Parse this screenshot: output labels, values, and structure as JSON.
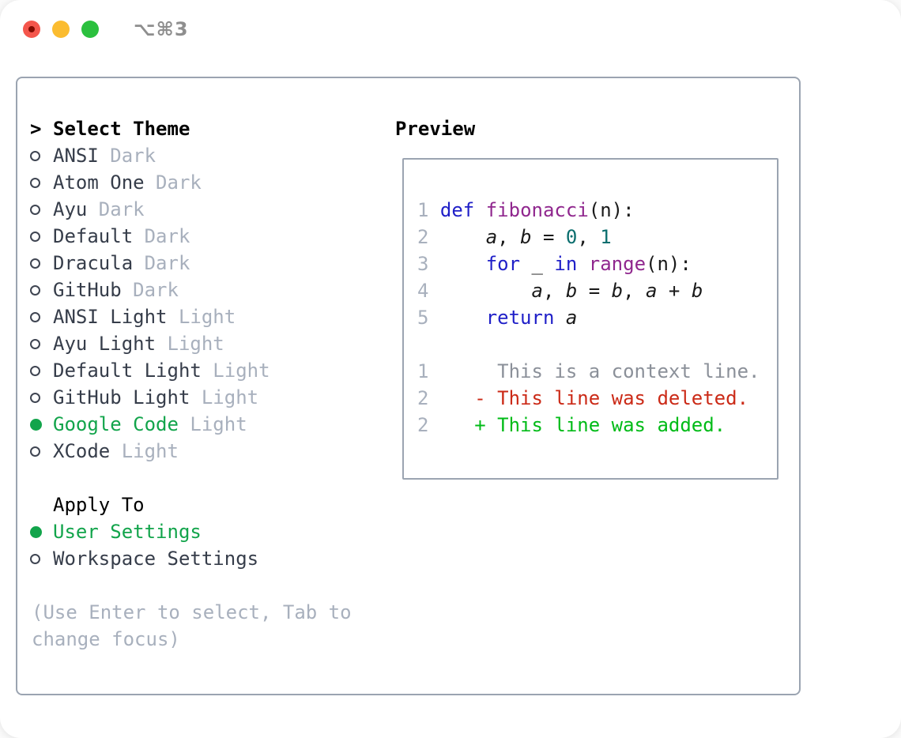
{
  "window": {
    "title": "⌥⌘3",
    "traffic_lights": [
      {
        "name": "close-button"
      },
      {
        "name": "minimize-button"
      },
      {
        "name": "zoom-button"
      }
    ]
  },
  "theme_picker": {
    "header": {
      "prefix": ">",
      "label": "Select Theme"
    },
    "items": [
      {
        "name": "ANSI",
        "variant": "Dark",
        "selected": false
      },
      {
        "name": "Atom One",
        "variant": "Dark",
        "selected": false
      },
      {
        "name": "Ayu",
        "variant": "Dark",
        "selected": false
      },
      {
        "name": "Default",
        "variant": "Dark",
        "selected": false
      },
      {
        "name": "Dracula",
        "variant": "Dark",
        "selected": false
      },
      {
        "name": "GitHub",
        "variant": "Dark",
        "selected": false
      },
      {
        "name": "ANSI Light",
        "variant": "Light",
        "selected": false
      },
      {
        "name": "Ayu Light",
        "variant": "Light",
        "selected": false
      },
      {
        "name": "Default Light",
        "variant": "Light",
        "selected": false
      },
      {
        "name": "GitHub Light",
        "variant": "Light",
        "selected": false
      },
      {
        "name": "Google Code",
        "variant": "Light",
        "selected": true
      },
      {
        "name": "XCode",
        "variant": "Light",
        "selected": false
      }
    ],
    "apply_to": {
      "header": "Apply To",
      "options": [
        {
          "label": "User Settings",
          "selected": true
        },
        {
          "label": "Workspace Settings",
          "selected": false
        }
      ]
    },
    "hint": "(Use Enter to select, Tab to change focus)"
  },
  "preview": {
    "header": "Preview",
    "code_lines": [
      {
        "num": "1",
        "tokens": [
          {
            "t": " ",
            "c": "pl"
          },
          {
            "t": "def",
            "c": "kw"
          },
          {
            "t": " ",
            "c": "pl"
          },
          {
            "t": "fibonacci",
            "c": "fn"
          },
          {
            "t": "(n):",
            "c": "pl"
          }
        ]
      },
      {
        "num": "2",
        "tokens": [
          {
            "t": "     ",
            "c": "pl"
          },
          {
            "t": "a",
            "c": "v"
          },
          {
            "t": ", ",
            "c": "pl"
          },
          {
            "t": "b",
            "c": "v"
          },
          {
            "t": " = ",
            "c": "pl"
          },
          {
            "t": "0",
            "c": "num"
          },
          {
            "t": ", ",
            "c": "pl"
          },
          {
            "t": "1",
            "c": "num"
          }
        ]
      },
      {
        "num": "3",
        "tokens": [
          {
            "t": "     ",
            "c": "pl"
          },
          {
            "t": "for",
            "c": "kw"
          },
          {
            "t": " _ ",
            "c": "pl"
          },
          {
            "t": "in",
            "c": "kw"
          },
          {
            "t": " ",
            "c": "pl"
          },
          {
            "t": "range",
            "c": "fn"
          },
          {
            "t": "(n):",
            "c": "pl"
          }
        ]
      },
      {
        "num": "4",
        "tokens": [
          {
            "t": "         ",
            "c": "pl"
          },
          {
            "t": "a",
            "c": "v"
          },
          {
            "t": ", ",
            "c": "pl"
          },
          {
            "t": "b",
            "c": "v"
          },
          {
            "t": " = ",
            "c": "pl"
          },
          {
            "t": "b",
            "c": "v"
          },
          {
            "t": ", ",
            "c": "pl"
          },
          {
            "t": "a",
            "c": "v"
          },
          {
            "t": " + ",
            "c": "pl"
          },
          {
            "t": "b",
            "c": "v"
          }
        ]
      },
      {
        "num": "5",
        "tokens": [
          {
            "t": "     ",
            "c": "pl"
          },
          {
            "t": "return",
            "c": "kw"
          },
          {
            "t": " ",
            "c": "pl"
          },
          {
            "t": "a",
            "c": "v"
          }
        ]
      }
    ],
    "diff_lines": [
      {
        "num": "1",
        "prefix": " ",
        "text": "This is a context line.",
        "type": "ctx"
      },
      {
        "num": "2",
        "prefix": "-",
        "text": "This line was deleted.",
        "type": "del"
      },
      {
        "num": "2",
        "prefix": "+",
        "text": "This line was added.",
        "type": "add"
      }
    ]
  },
  "colors": {
    "accent_green": "#12a44b",
    "diff_add_green": "#00bb17",
    "diff_del_red": "#cb2a17",
    "diff_ctx_gray": "#8b9099",
    "keyword_blue": "#2020c8",
    "function_purple": "#90278e",
    "number_teal": "#0b6e6e",
    "code_plain": "#1a1a1a",
    "secondary_gray": "#a8b0bd",
    "list_text": "#363d4a",
    "circle_stroke": "#3f4552",
    "frame_border": "#9ba4b1",
    "title_gray": "#8e8e8e",
    "traffic_red": "#f4564c",
    "traffic_red_dot": "#820b01",
    "traffic_yellow": "#fbbc30",
    "traffic_green": "#2bc03e"
  }
}
